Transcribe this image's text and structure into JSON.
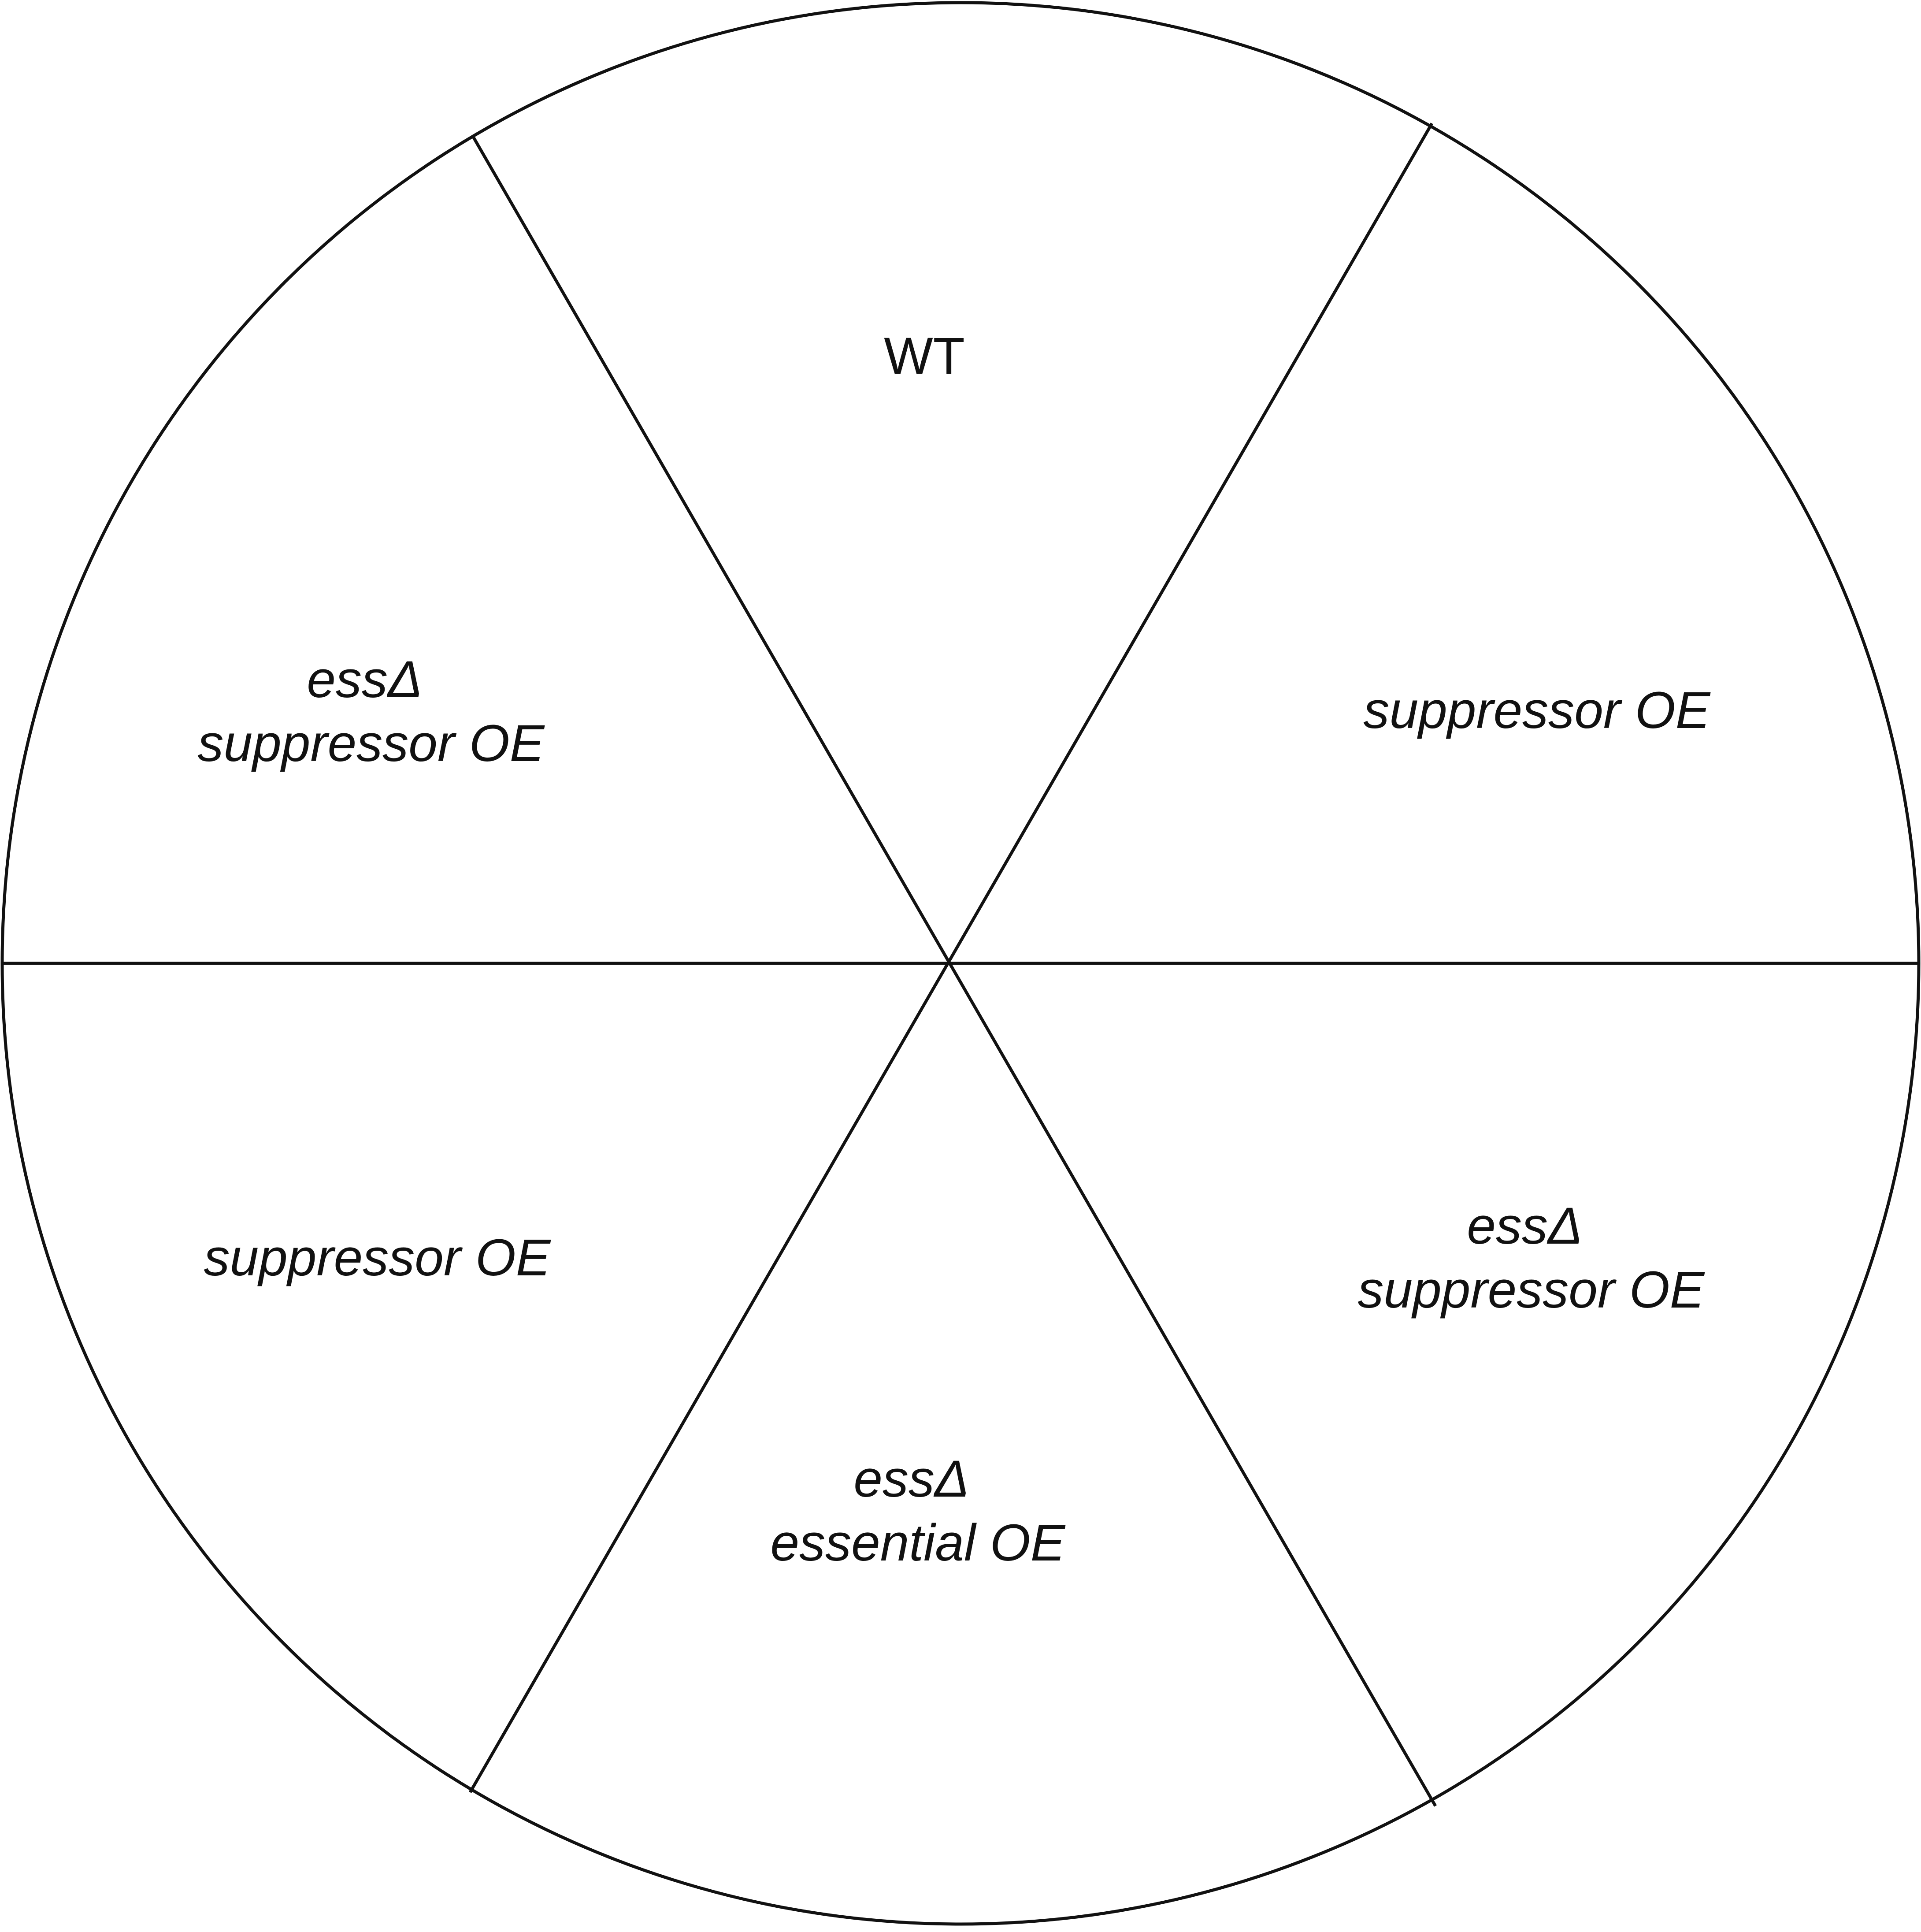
{
  "diagram": {
    "type": "plate-sector-layout",
    "sectors": [
      {
        "id": "top",
        "lines": [
          "WT"
        ],
        "italic": false
      },
      {
        "id": "upper-right",
        "lines": [
          "suppressor OE"
        ],
        "italic": true
      },
      {
        "id": "lower-right",
        "lines": [
          "essΔ",
          "suppressor OE"
        ],
        "italic": true
      },
      {
        "id": "bottom",
        "lines": [
          "essΔ",
          "essential OE"
        ],
        "italic": true
      },
      {
        "id": "lower-left",
        "lines": [
          "suppressor OE"
        ],
        "italic": true
      },
      {
        "id": "upper-left",
        "lines": [
          "essΔ",
          "suppressor OE"
        ],
        "italic": true
      }
    ]
  }
}
